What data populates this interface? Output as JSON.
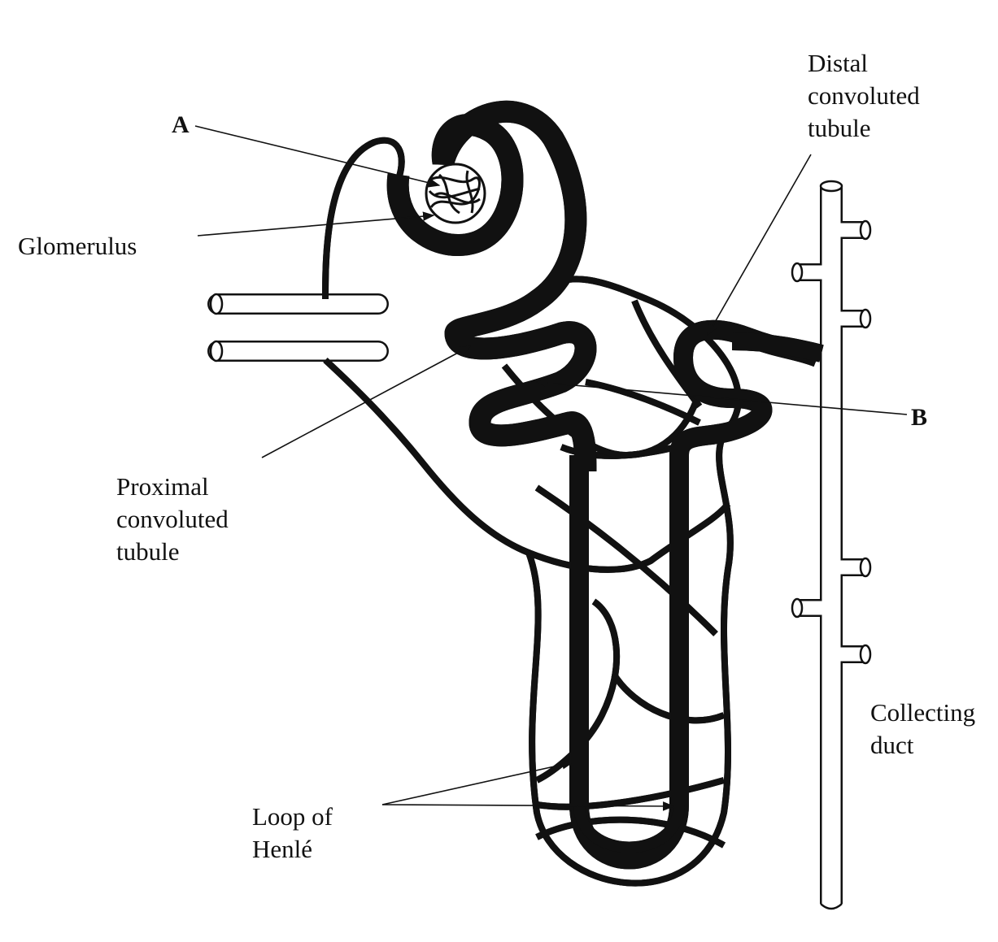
{
  "labels": {
    "a": "A",
    "b": "B",
    "glomerulus": "Glomerulus",
    "distal": [
      "Distal",
      "convoluted",
      "tubule"
    ],
    "proximal": [
      "Proximal",
      "convoluted",
      "tubule"
    ],
    "collecting": [
      "Collecting",
      "duct"
    ],
    "loop": [
      "Loop of",
      "Henlé"
    ]
  },
  "colors": {
    "ink": "#111111",
    "background": "#ffffff"
  }
}
